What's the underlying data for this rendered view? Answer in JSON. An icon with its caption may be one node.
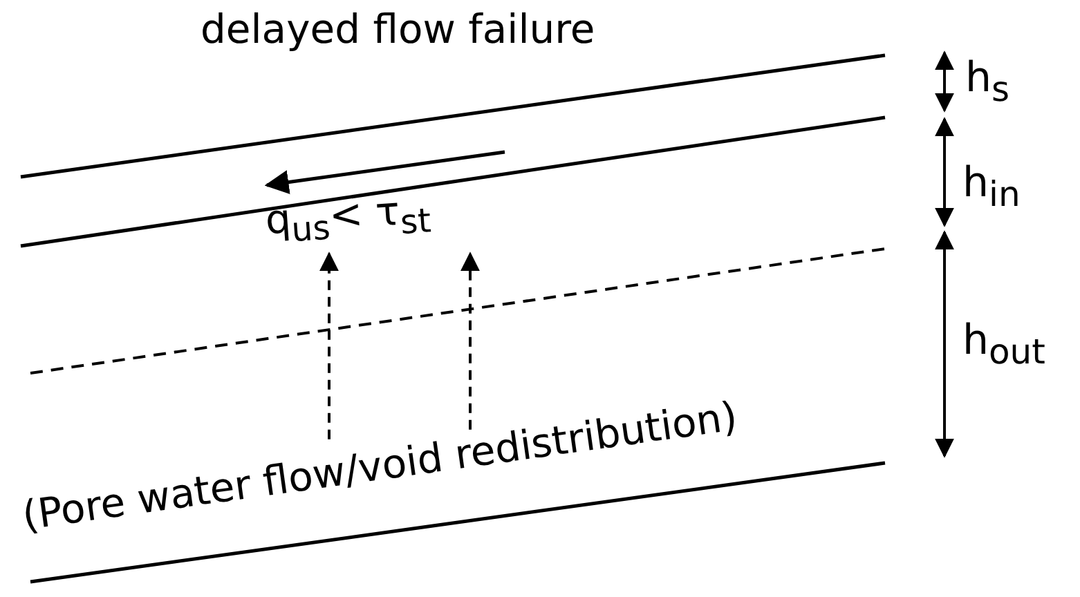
{
  "diagram": {
    "title": "delayed flow failure",
    "nodes": [
      {
        "text": [
          "q$_{us}$< τ$_{st}$"
        ]
      },
      {
        "text": [
          "(Pore water flow/void redistribution)"
        ]
      }
    ],
    "edges": [
      {
        "from": 1,
        "to": 0,
        "arrow": "to",
        "style": "dashed"
      },
      {
        "from": 1,
        "to": 0,
        "arrow": "to",
        "style": "dashed"
      }
    ],
    "labels": [
      "h$_{s}$",
      "h$_{in}$",
      "h$_{out}$"
    ]
  }
}
